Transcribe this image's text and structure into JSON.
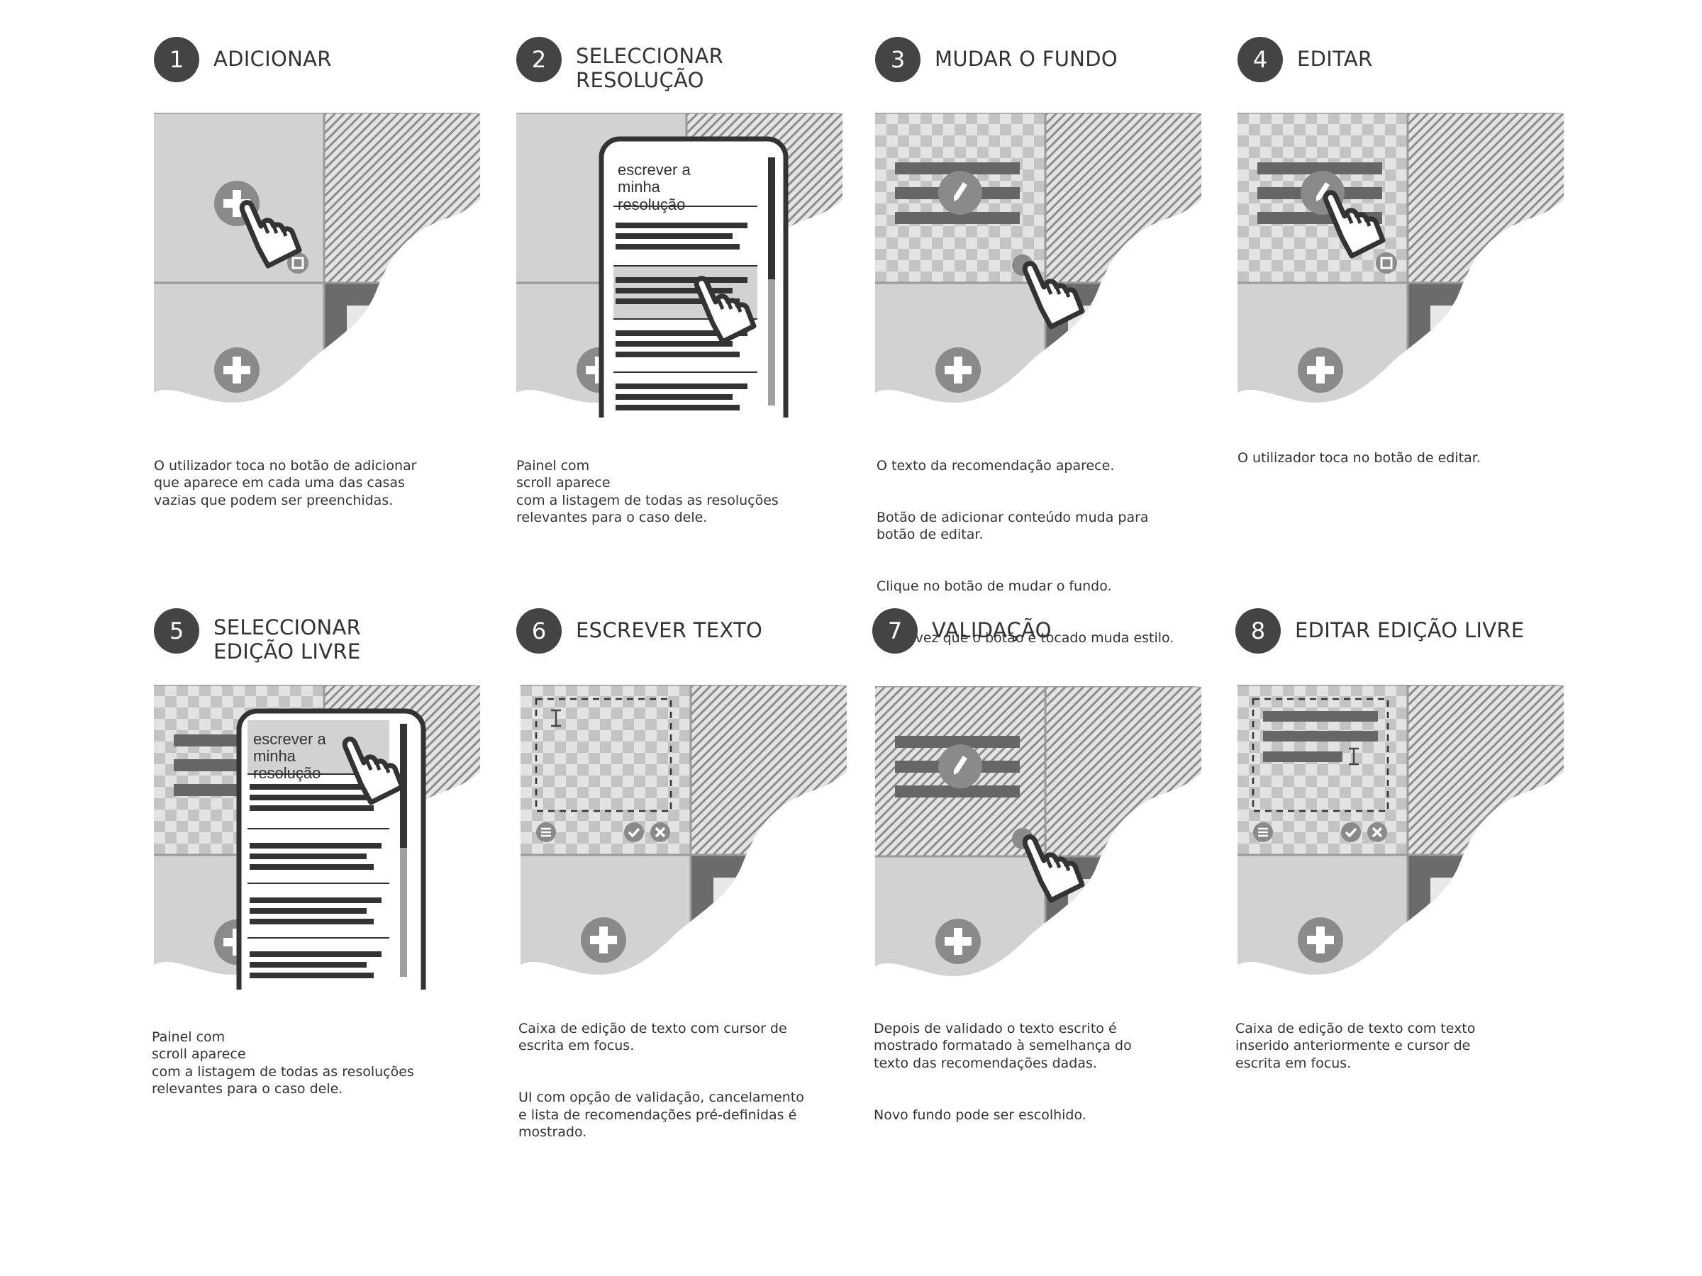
{
  "steps": [
    {
      "number": "1",
      "title": "ADICIONAR",
      "description": [
        "O utilizador toca no botão de adicionar\nque aparece em cada uma das casas\nvazias que podem ser preenchidas."
      ]
    },
    {
      "number": "2",
      "title": "SELECCIONAR\nRESOLUÇÃO",
      "panel_item_text": "escrever a\nminha\nresolução",
      "panel_item_lines": [
        "escrever a",
        "minha",
        "resolução"
      ],
      "description": [
        "Painel com\nscroll aparece\ncom a listagem de todas as resoluções\nrelevantes para o caso dele."
      ]
    },
    {
      "number": "3",
      "title": "MUDAR O FUNDO",
      "description": [
        "O texto da recomendação aparece.",
        "Botão de adicionar conteúdo muda para\nbotão de editar.",
        "Clique no botão de mudar o fundo.",
        "Cada vez que o botão é tocado muda  estilo."
      ]
    },
    {
      "number": "4",
      "title": "EDITAR",
      "description": [
        "O utilizador toca no botão de editar."
      ]
    },
    {
      "number": "5",
      "title": "SELECCIONAR\nEDIÇÃO LIVRE",
      "panel_item_lines": [
        "escrever a",
        "minha",
        "resolução"
      ],
      "description": [
        "Painel com\nscroll aparece\ncom a listagem de todas as resoluções\nrelevantes para o caso dele."
      ]
    },
    {
      "number": "6",
      "title": "ESCREVER TEXTO",
      "description": [
        "Caixa de edição de texto com cursor de\nescrita em focus.",
        "UI com opção de validação, cancelamento\ne lista de recomendações pré-definidas é\nmostrado."
      ]
    },
    {
      "number": "7",
      "title": "VALIDAÇÃO",
      "description": [
        "Depois de validado o texto escrito é\nmostrado formatado à semelhança do\ntexto das recomendações dadas.",
        "Novo fundo pode ser escolhido."
      ]
    },
    {
      "number": "8",
      "title": "EDITAR EDIÇÃO LIVRE",
      "description": [
        "Caixa de edição de texto com texto\ninserido anteriormente e cursor de\nescrita em focus."
      ]
    }
  ],
  "icons": {
    "add": "plus-icon",
    "edit": "pencil-icon",
    "background": "square-icon",
    "list": "list-icon",
    "confirm": "check-icon",
    "cancel": "x-icon",
    "pointer": "hand-pointer-icon",
    "text_cursor": "text-cursor-icon"
  },
  "colors": {
    "badge": "#444444",
    "tile": "#d2d2d2",
    "button": "#8a8a8a",
    "text_bar": "#666666",
    "dark_tile": "#6b6b6b"
  }
}
